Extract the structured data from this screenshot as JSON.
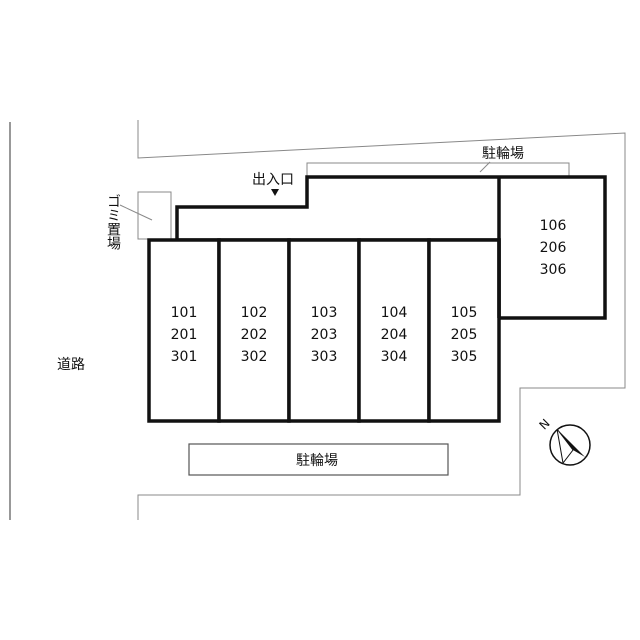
{
  "labels": {
    "road": "道路",
    "entrance": "出入口",
    "bike_parking_top": "駐輪場",
    "bike_parking_bottom": "駐輪場",
    "garbage": "ゴミ置場",
    "compass": "N"
  },
  "units": [
    {
      "rooms": [
        "101",
        "201",
        "301"
      ]
    },
    {
      "rooms": [
        "102",
        "202",
        "302"
      ]
    },
    {
      "rooms": [
        "103",
        "203",
        "303"
      ]
    },
    {
      "rooms": [
        "104",
        "204",
        "304"
      ]
    },
    {
      "rooms": [
        "105",
        "205",
        "305"
      ]
    },
    {
      "rooms": [
        "106",
        "206",
        "306"
      ]
    }
  ],
  "icons": {
    "entrance_marker": "down-triangle-icon",
    "compass": "north-arrow-icon"
  }
}
